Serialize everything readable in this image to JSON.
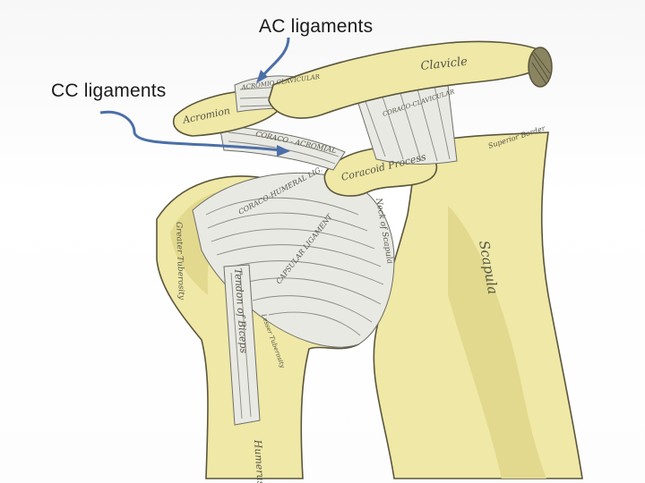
{
  "callouts": {
    "ac_ligaments": "AC ligaments",
    "cc_ligaments": "CC ligaments"
  },
  "engraved_labels": {
    "clavicle": "Clavicle",
    "acromion": "Acromion",
    "coracoid_process": "Coracoid Process",
    "coraco_acromial": "CORACO - ACROMIAL",
    "coraco_humeral": "CORACO-HUMERAL LIG.",
    "capsular_ligament": "CAPSULAR LIGAMENT",
    "tendon_of_biceps": "Tendon of Biceps",
    "humerus": "Humerus",
    "scapula": "Scapula",
    "neck_of_scapula": "Neck of Scapula",
    "greater_tuberosity": "Greater Tuberosity",
    "lesser_tuberosity": "Lesser Tuberosity",
    "superior_border": "Superior Border",
    "acromio_clavicular": "ACROMIO CLAVICULAR",
    "coraco_clavicular": "CORACO-CLAVICULAR"
  },
  "colors": {
    "arrow": "#4b6fa8",
    "bone": "#efe8a6",
    "ligament": "#e9e9e4",
    "text": "#1a1a1a"
  }
}
